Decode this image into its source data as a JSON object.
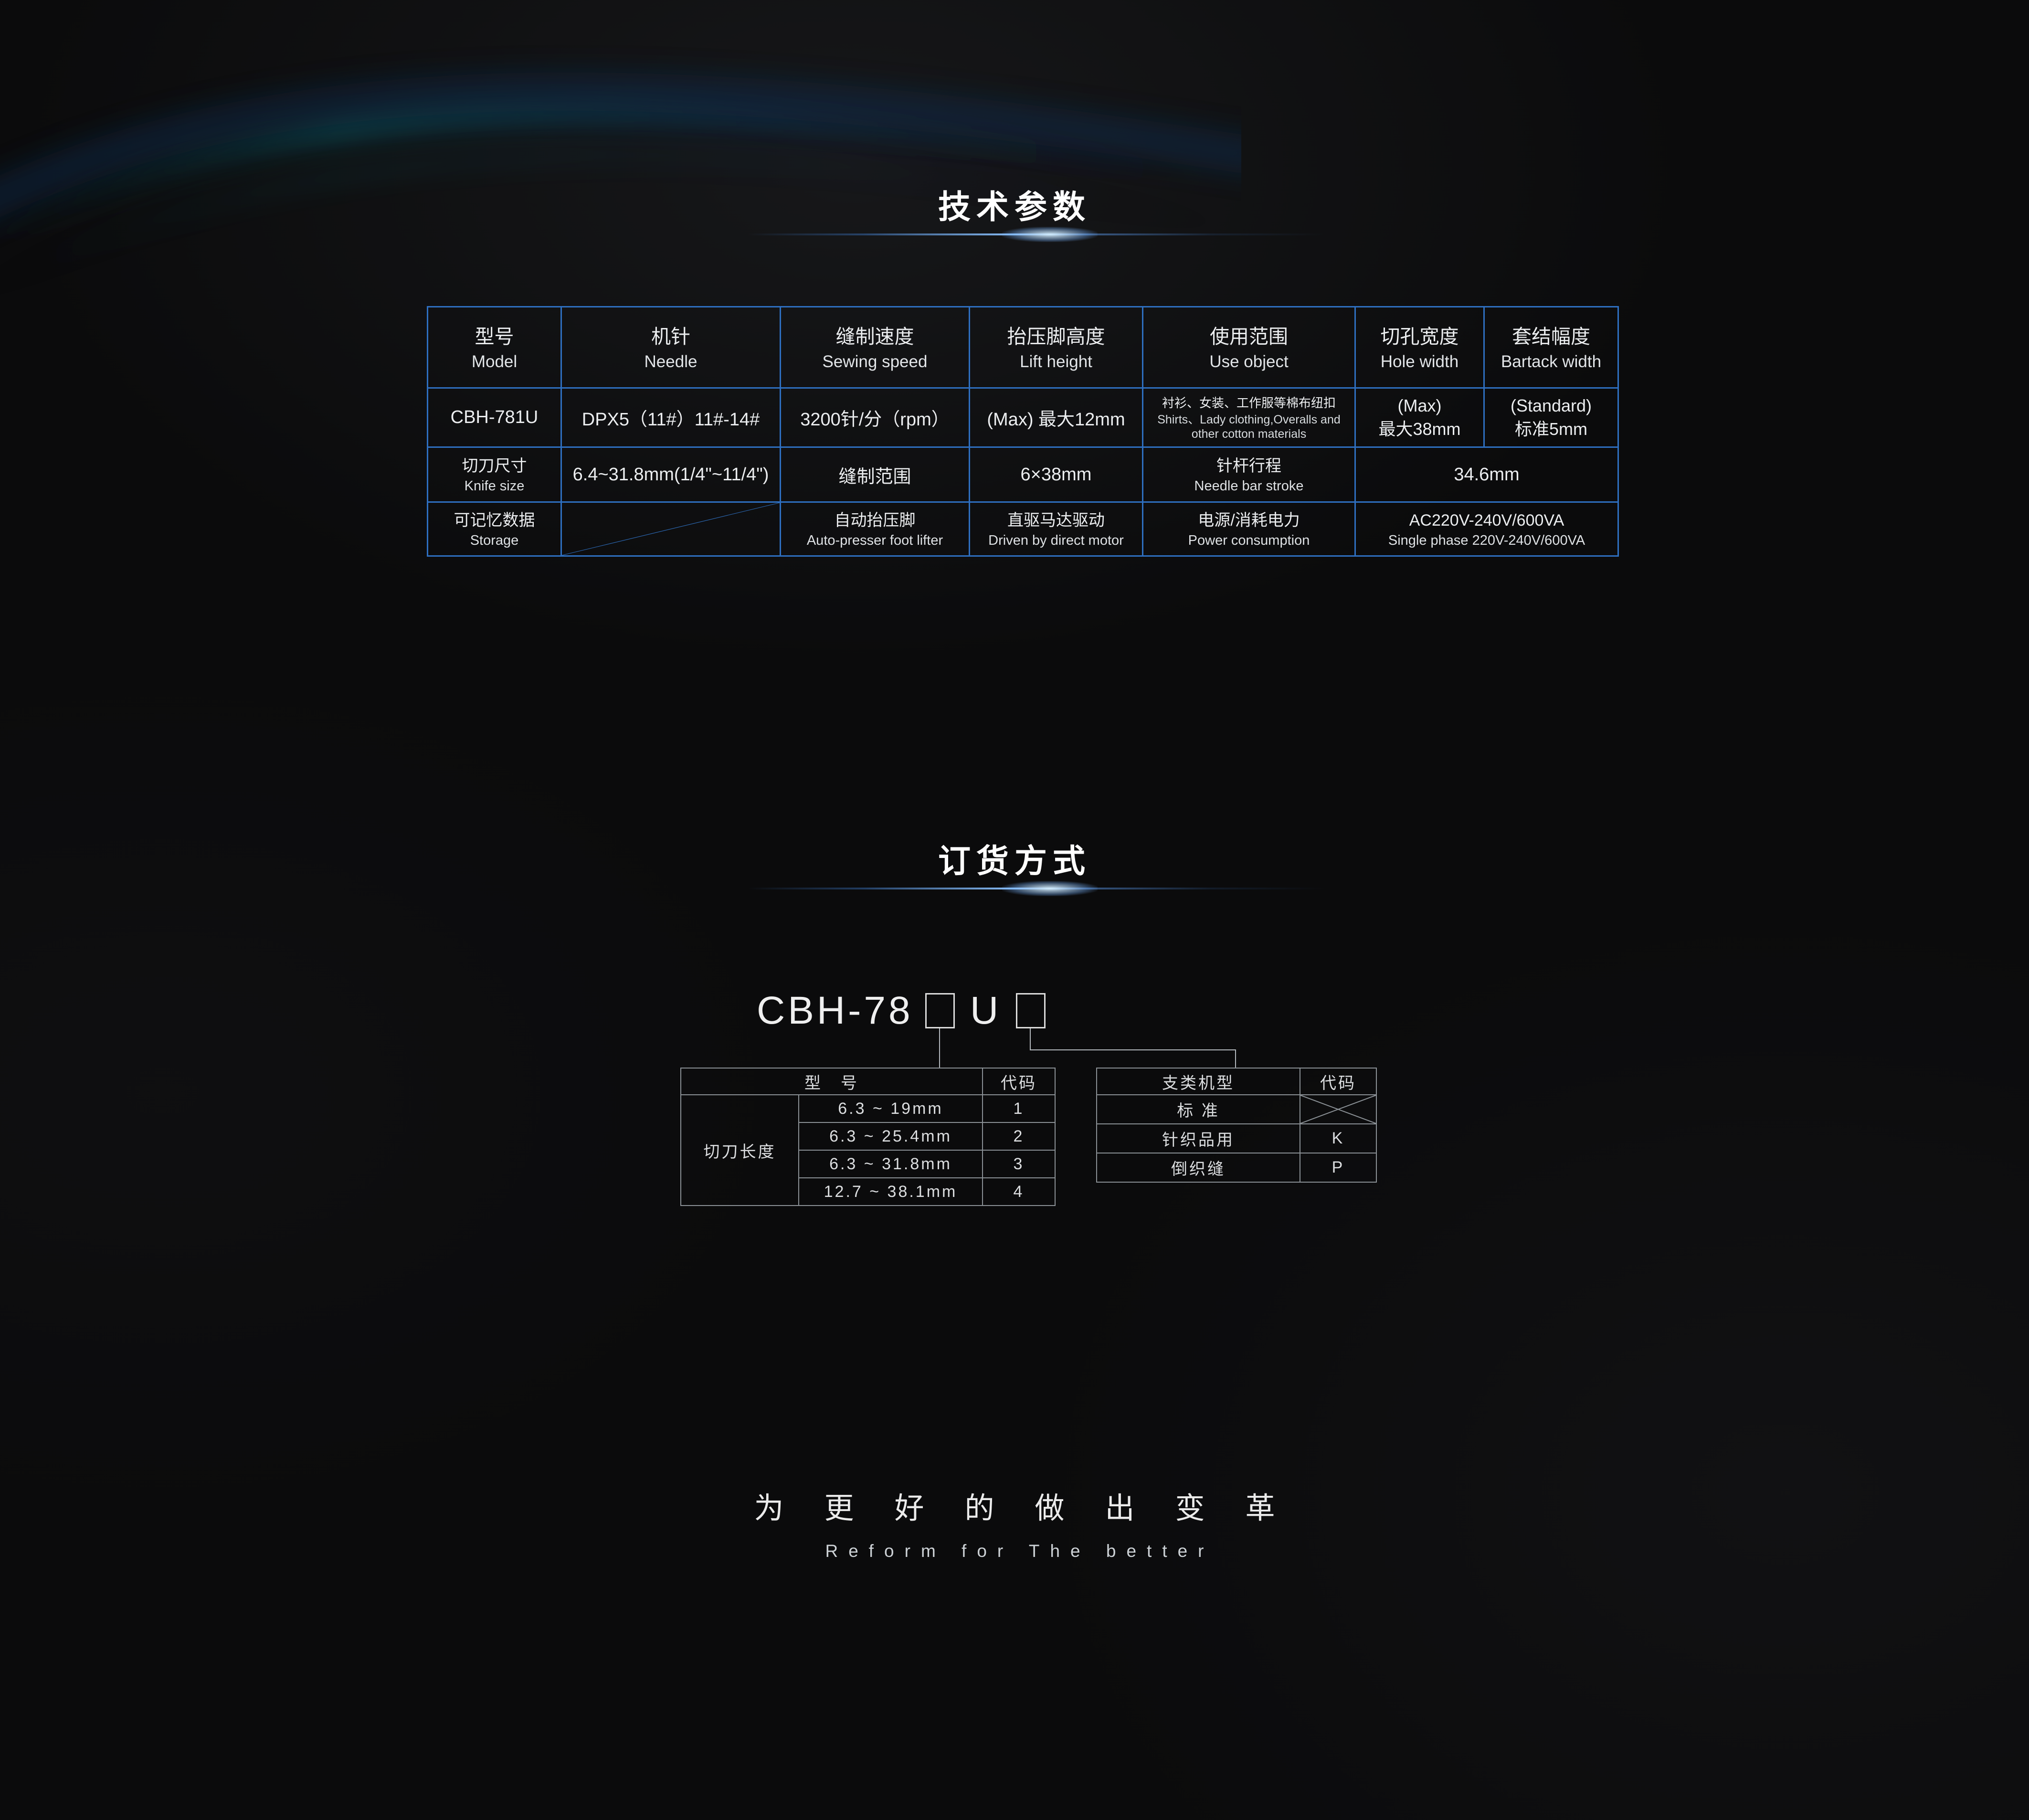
{
  "page": {
    "accent": "#2e6fc0",
    "background": "#0b0b0c"
  },
  "tech": {
    "title": "技术参数",
    "table": {
      "headers": [
        {
          "zh": "型号",
          "en": "Model"
        },
        {
          "zh": "机针",
          "en": "Needle"
        },
        {
          "zh": "缝制速度",
          "en": "Sewing speed"
        },
        {
          "zh": "抬压脚高度",
          "en": "Lift height"
        },
        {
          "zh": "使用范围",
          "en": "Use object"
        },
        {
          "zh": "切孔宽度",
          "en": "Hole width"
        },
        {
          "zh": "套结幅度",
          "en": "Bartack width"
        }
      ],
      "row2": {
        "model": "CBH-781U",
        "needle": "DPX5（11#）11#-14#",
        "speed": "3200针/分（rpm）",
        "lift": "(Max) 最大12mm",
        "use_zh": "衬衫、女装、工作服等棉布纽扣",
        "use_en": "Shirts、Lady clothing,Overalls and other cotton materials",
        "hole_line1": "(Max)",
        "hole_line2": "最大38mm",
        "bartack_line1": "(Standard)",
        "bartack_line2": "标准5mm"
      },
      "row3": {
        "knife_zh": "切刀尺寸",
        "knife_en": "Knife size",
        "knife_value": "6.4~31.8mm(1/4\"~11/4\")",
        "sew_range": "缝制范围",
        "sew_range_value": "6×38mm",
        "stroke_zh": "针杆行程",
        "stroke_en": "Needle bar stroke",
        "stroke_value": "34.6mm"
      },
      "row4": {
        "storage_zh": "可记忆数据",
        "storage_en": "Storage",
        "lifter_zh": "自动抬压脚",
        "lifter_en": "Auto-presser foot lifter",
        "motor_zh": "直驱马达驱动",
        "motor_en": "Driven by direct motor",
        "power_zh": "电源/消耗电力",
        "power_en": "Power consumption",
        "power_value_line1": "AC220V-240V/600VA",
        "power_value_line2": "Single phase 220V-240V/600VA"
      }
    }
  },
  "order": {
    "title": "订货方式",
    "model_prefix": "CBH-78",
    "model_mid": "U",
    "knife_table": {
      "header_model": "型　号",
      "header_code": "代码",
      "row_label": "切刀长度",
      "rows": [
        {
          "range": "6.3 ~ 19mm",
          "code": "1"
        },
        {
          "range": "6.3 ~ 25.4mm",
          "code": "2"
        },
        {
          "range": "6.3 ~ 31.8mm",
          "code": "3"
        },
        {
          "range": "12.7 ~ 38.1mm",
          "code": "4"
        }
      ]
    },
    "type_table": {
      "header_type": "支类机型",
      "header_code": "代码",
      "rows": [
        {
          "type": "标 准",
          "code": ""
        },
        {
          "type": "针织品用",
          "code": "K"
        },
        {
          "type": "倒织缝",
          "code": "P"
        }
      ]
    }
  },
  "footer": {
    "slogan_zh": "为更好的做出变革",
    "slogan_en": "Reform for The better"
  }
}
